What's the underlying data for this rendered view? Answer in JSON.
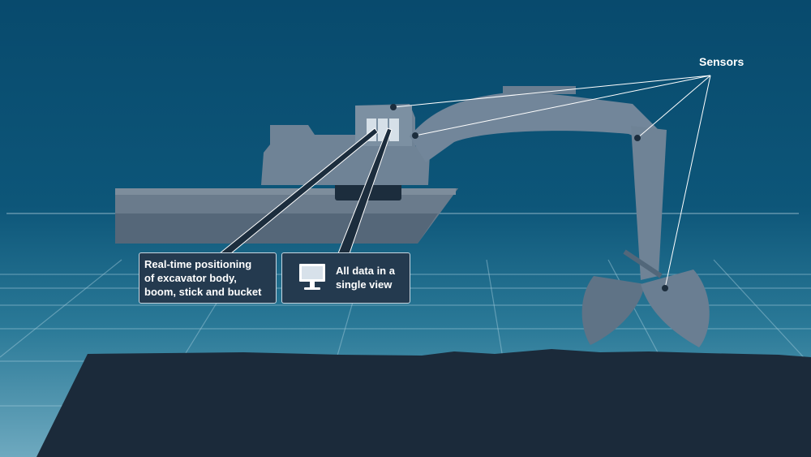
{
  "sensors_label": "Sensors",
  "callouts": {
    "positioning": {
      "lines": [
        "Real-time positioning",
        "of excavator body,",
        "boom, stick and bucket"
      ]
    },
    "single_view": {
      "icon": "monitor-icon",
      "lines": [
        "All data in a",
        "single view"
      ]
    }
  },
  "colors": {
    "water": "#0a4f73",
    "machine": "#6f8396",
    "machine_dark": "#4f6477",
    "barge": "#58697a",
    "seabed": "#1b2a3a",
    "callout_bg": "#243a4f",
    "line": "#ffffff"
  }
}
